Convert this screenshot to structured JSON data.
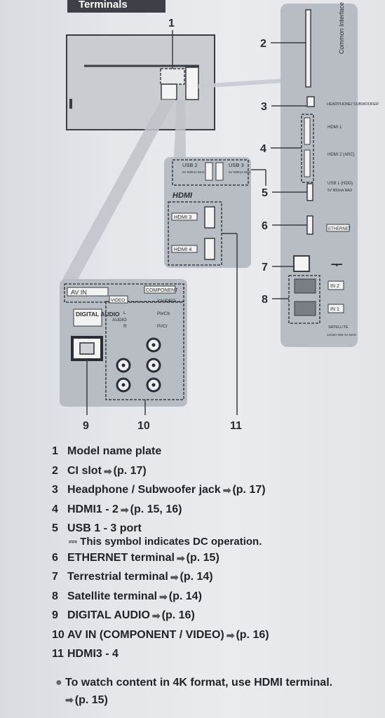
{
  "header": {
    "title": "Terminals"
  },
  "diagram": {
    "callouts": [
      "1",
      "2",
      "3",
      "4",
      "5",
      "6",
      "7",
      "8",
      "9",
      "10",
      "11"
    ],
    "right_panel": {
      "common_interface": "Common Interface",
      "headphone_label": "HEADPHONE/ SUBWOOFER",
      "hdmi1": "HDMI 1",
      "hdmi2": "HDMI 2 (ARC)",
      "usb1": "USB 1 (HDD)",
      "usb1_spec": "5V 900mA MAX",
      "ethernet": "ETHERNET",
      "in2": "IN 2",
      "in1": "IN 1",
      "satellite": "SATELLITE",
      "satellite_spec": "13/18V 500 mA MAX"
    },
    "usb_panel": {
      "usb2": "USB 2",
      "usb2_spec": "5V 500mA MAX",
      "usb3": "USB 3",
      "usb3_spec": "5V 500mA MAX",
      "hdmi_logo": "HDMI",
      "hdmi3": "HDMI 3",
      "hdmi4": "HDMI 4"
    },
    "av_panel": {
      "av_in": "AV IN",
      "video": "VIDEO",
      "component": "COMPONENT",
      "y_video": "Y/VIDEO",
      "pb_cb": "Pb/Cb",
      "pr_cr": "Pr/Cr",
      "audio": "AUDIO",
      "l": "L",
      "r": "R",
      "digital_audio": "DIGITAL AUDIO"
    }
  },
  "legend": [
    {
      "num": "1",
      "text": "Model name plate",
      "ref": ""
    },
    {
      "num": "2",
      "text": "CI slot",
      "ref": "(p. 17)"
    },
    {
      "num": "3",
      "text": "Headphone / Subwoofer jack",
      "ref": "(p. 17)"
    },
    {
      "num": "4",
      "text": "HDMI1 - 2",
      "ref": "(p. 15, 16)"
    },
    {
      "num": "5",
      "text": "USB 1 - 3 port",
      "ref": ""
    },
    {
      "num": "6",
      "text": "ETHERNET terminal",
      "ref": "(p. 15)"
    },
    {
      "num": "7",
      "text": "Terrestrial terminal",
      "ref": "(p. 14)"
    },
    {
      "num": "8",
      "text": "Satellite terminal",
      "ref": "(p. 14)"
    },
    {
      "num": "9",
      "text": "DIGITAL AUDIO",
      "ref": "(p. 16)"
    },
    {
      "num": "10",
      "text": "AV IN (COMPONENT / VIDEO)",
      "ref": "(p. 16)"
    },
    {
      "num": "11",
      "text": "HDMI3 - 4",
      "ref": ""
    }
  ],
  "dc_note": {
    "symbol": "⎓",
    "text": "This symbol indicates DC operation."
  },
  "note": {
    "text": "To watch content in 4K format, use HDMI terminal.",
    "ref": "(p. 15)"
  }
}
